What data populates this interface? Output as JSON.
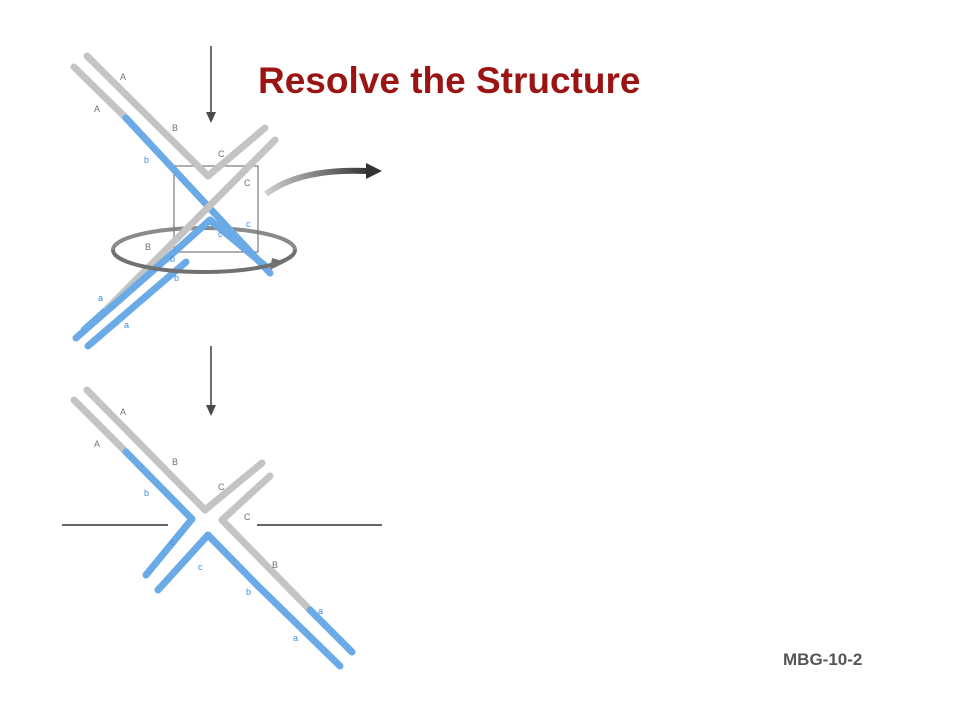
{
  "slide": {
    "title": "Resolve the Structure",
    "code": "MBG-10-2"
  },
  "diagram": {
    "top": {
      "labels": {
        "upper_left_outer_A": "A",
        "upper_left_inner_A": "A",
        "upper_left_B": "B",
        "upper_left_b": "b",
        "upper_right_outer_C": "C",
        "upper_right_inner_C": "C",
        "lower_left_B": "B",
        "lower_left_b1": "b",
        "lower_left_b2": "b",
        "lower_left_a1": "a",
        "lower_left_a2": "a",
        "center_c1": "c",
        "center_c2": "c"
      }
    },
    "bottom": {
      "labels": {
        "upper_left_outer_A": "A",
        "upper_left_inner_A": "A",
        "upper_left_B": "B",
        "upper_left_b": "b",
        "upper_right_outer_C": "C",
        "upper_right_inner_C": "C",
        "lower_left_c1": "c",
        "lower_left_c2": "c",
        "lower_right_B": "B",
        "lower_right_b": "b",
        "lower_right_a1": "a",
        "lower_right_a2": "a"
      }
    },
    "colors": {
      "strand_grey": "#c4c4c4",
      "strand_blue": "#6aaae6",
      "arrow": "#4a4a4a",
      "rotation_ring": "#707070"
    }
  }
}
